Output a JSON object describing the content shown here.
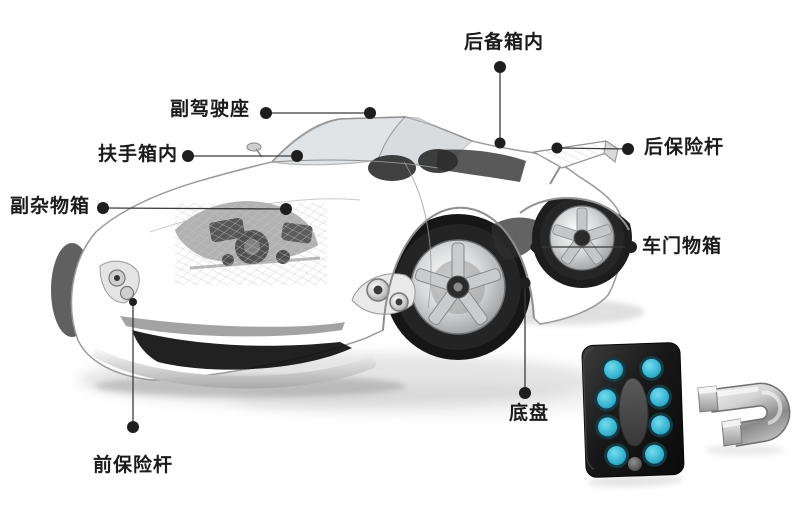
{
  "diagram_title": "car-tracker-hiding-spots",
  "labels": [
    {
      "id": "trunk",
      "text": "后备箱内"
    },
    {
      "id": "passenger-seat",
      "text": "副驾驶座"
    },
    {
      "id": "armrest-box",
      "text": "扶手箱内"
    },
    {
      "id": "glove-box",
      "text": "副杂物箱"
    },
    {
      "id": "rear-bumper",
      "text": "后保险杆"
    },
    {
      "id": "door-box",
      "text": "车门物箱"
    },
    {
      "id": "chassis",
      "text": "底盘"
    },
    {
      "id": "front-bumper",
      "text": "前保险杆"
    }
  ],
  "icons": {
    "car": "wireframe-sports-car",
    "device": "gps-tracker-with-leds",
    "magnet": "horseshoe-magnet"
  },
  "device": {
    "led_count": 8,
    "led_color": "#3ab9d5",
    "body_color": "#161616"
  },
  "magnet": {
    "color": "#c9ccce"
  },
  "colors": {
    "background": "#ffffff",
    "label_text": "#1b1b1b",
    "callout_line": "#3a3a3a",
    "callout_dot": "#1e1e1e"
  }
}
